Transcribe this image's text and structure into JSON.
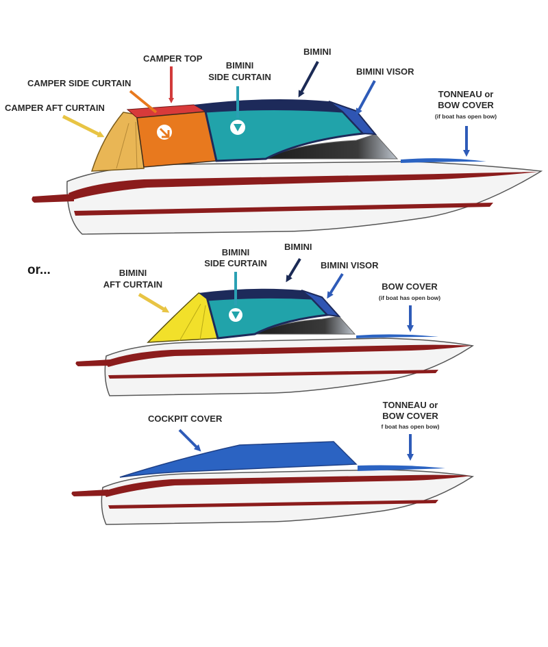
{
  "colors": {
    "hull": "#f4f4f4",
    "stripe": "#8b1c1c",
    "hull_outline": "#555555",
    "camper_top": "#d83a3a",
    "camper_side_curtain": "#e8791e",
    "camper_aft_curtain": "#e9b655",
    "bimini": "#1d2a5a",
    "bimini_side_curtain": "#21a3aa",
    "bimini_visor": "#2f55b3",
    "bimini_aft_curtain": "#f2e02a",
    "cockpit_cover": "#2b63c2",
    "bow_cover": "#2b63c2",
    "windshield": "#2d2d2d",
    "arrow_red": "#d23b3b",
    "arrow_yellow": "#e8c444",
    "arrow_teal": "#2aa0b3",
    "arrow_navy": "#1b2a55",
    "arrow_blue": "#2e5bb8"
  },
  "separator": "or...",
  "boat1": {
    "camper_top": "CAMPER TOP",
    "camper_side_curtain": "CAMPER SIDE CURTAIN",
    "camper_aft_curtain": "CAMPER AFT CURTAIN",
    "bimini_side_curtain_1": "BIMINI",
    "bimini_side_curtain_2": "SIDE CURTAIN",
    "bimini": "BIMINI",
    "bimini_visor": "BIMINI VISOR",
    "tonneau_1": "TONNEAU or",
    "tonneau_2": "BOW COVER",
    "tonneau_note": "(if boat has open bow)"
  },
  "boat2": {
    "bimini_aft_curtain_1": "BIMINI",
    "bimini_aft_curtain_2": "AFT CURTAIN",
    "bimini_side_curtain_1": "BIMINI",
    "bimini_side_curtain_2": "SIDE CURTAIN",
    "bimini": "BIMINI",
    "bimini_visor": "BIMINI VISOR",
    "bow_cover": "BOW COVER",
    "bow_cover_note": "(if boat has open bow)"
  },
  "boat3": {
    "cockpit_cover": "COCKPIT COVER",
    "tonneau_1": "TONNEAU or",
    "tonneau_2": "BOW COVER",
    "tonneau_note": "f boat has open bow)"
  }
}
